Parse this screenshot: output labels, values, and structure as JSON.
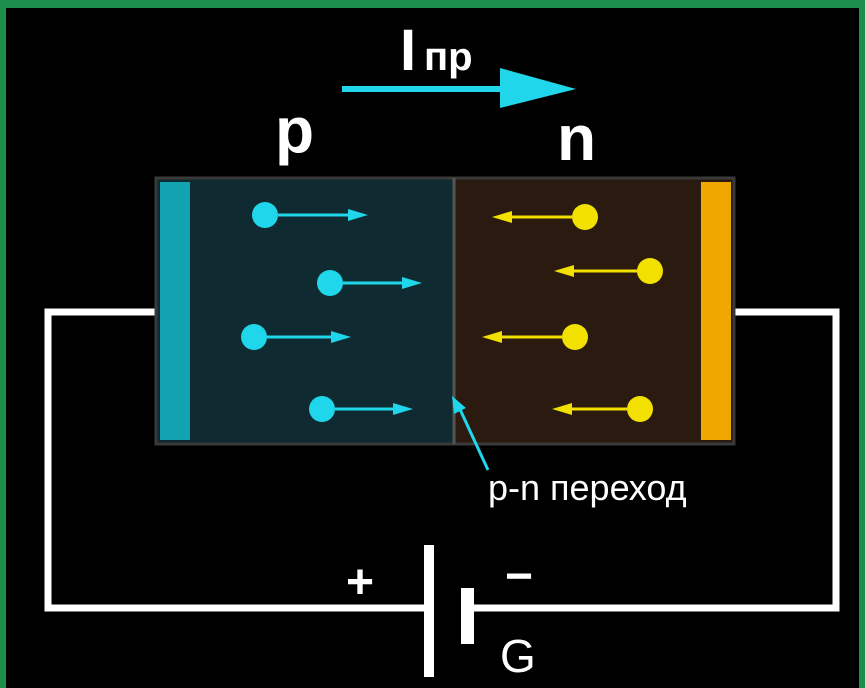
{
  "diagram": {
    "current_label": "I",
    "current_subscript": "пр",
    "p_label": "p",
    "n_label": "n",
    "junction_label": "p-n переход",
    "battery_plus": "+",
    "battery_minus": "−",
    "battery_name": "G"
  },
  "colors": {
    "background": "#000000",
    "border": "#1e8e4c",
    "p_region": "#0f2a30",
    "n_region": "#2a1a0f",
    "p_contact": "#12a3b0",
    "n_contact": "#f0a800",
    "holes": "#1fd6ea",
    "electrons": "#f2e000",
    "arrow": "#1fd6ea",
    "wire": "#ffffff"
  },
  "icons": {
    "hole": "cyan-dot-with-right-arrow",
    "electron": "yellow-dot-with-left-arrow"
  }
}
